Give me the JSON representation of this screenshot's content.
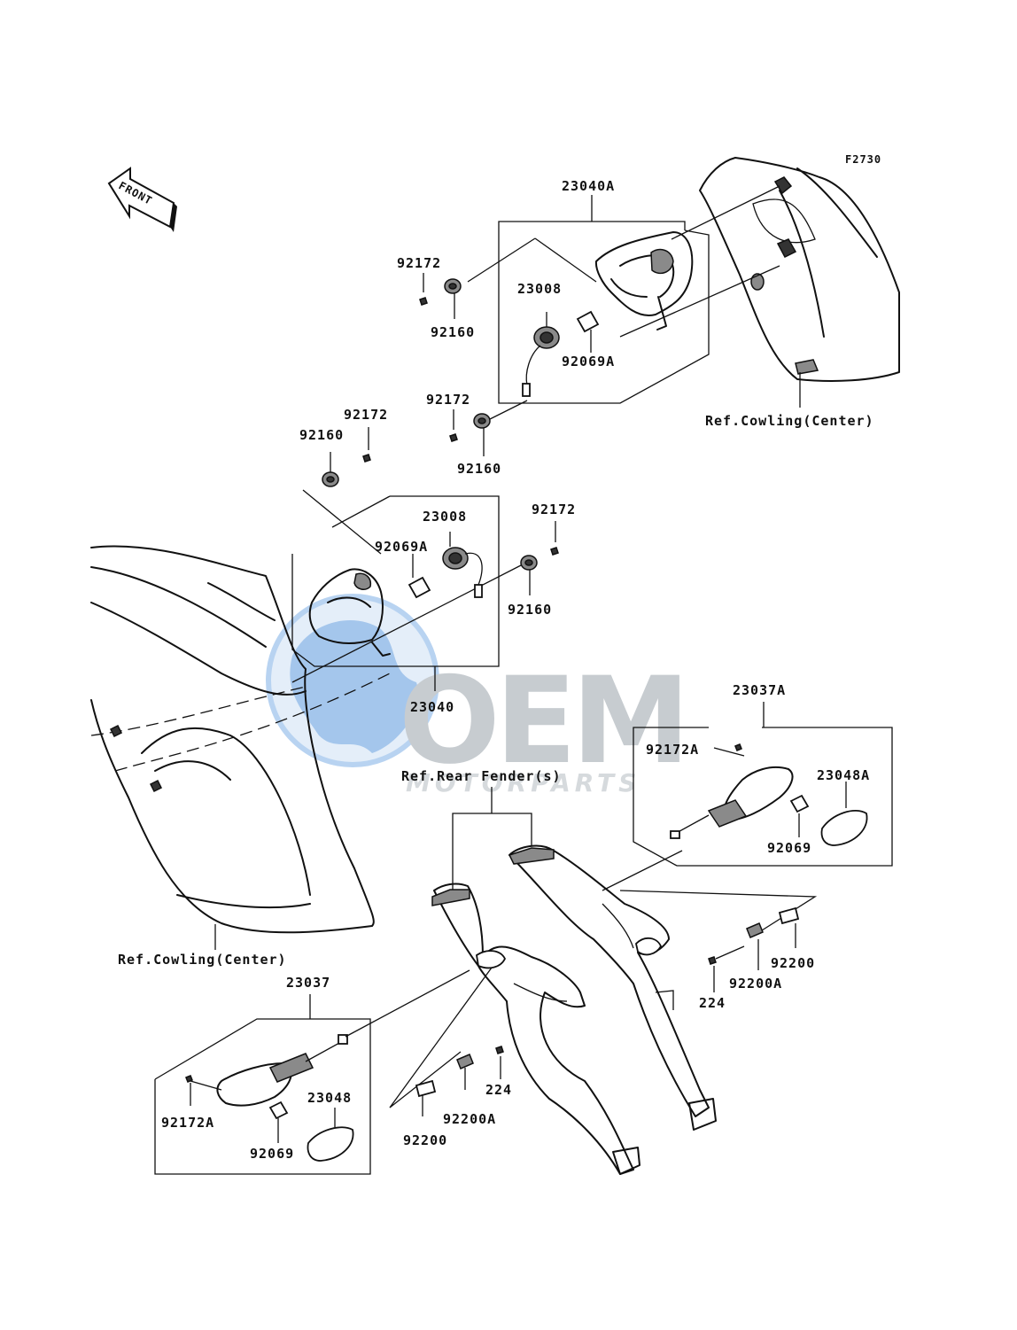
{
  "diagram_id": "F2730",
  "front_arrow_label": "FRONT",
  "watermark": {
    "brand": "OEM",
    "sub": "MOTORPARTS",
    "colors": {
      "globe": "#4a90e2",
      "text": "#9aa3ab"
    }
  },
  "labels": {
    "assy_23040A": "23040A",
    "p92172_a": "92172",
    "p92160_a": "92160",
    "p23008_a": "23008",
    "p92069A_a": "92069A",
    "p92172_b": "92172",
    "p92160_b": "92160",
    "ref_cowling_center_right": "Ref.Cowling(Center)",
    "p92172_c": "92172",
    "p92160_c": "92160",
    "p23008_b": "23008",
    "p92069A_b": "92069A",
    "p92172_d": "92172",
    "p92160_d": "92160",
    "assy_23040": "23040",
    "assy_23037A": "23037A",
    "p92172A_a": "92172A",
    "p23048A": "23048A",
    "p92069_a": "92069",
    "ref_rear_fender": "Ref.Rear Fender(s)",
    "ref_cowling_center_left": "Ref.Cowling(Center)",
    "assy_23037": "23037",
    "p92172A_b": "92172A",
    "p23048": "23048",
    "p92069_b": "92069",
    "p92200_a": "92200",
    "p92200A_a": "92200A",
    "p224_a": "224",
    "p224_b": "224",
    "p92200A_b": "92200A",
    "p92200_b": "92200"
  }
}
